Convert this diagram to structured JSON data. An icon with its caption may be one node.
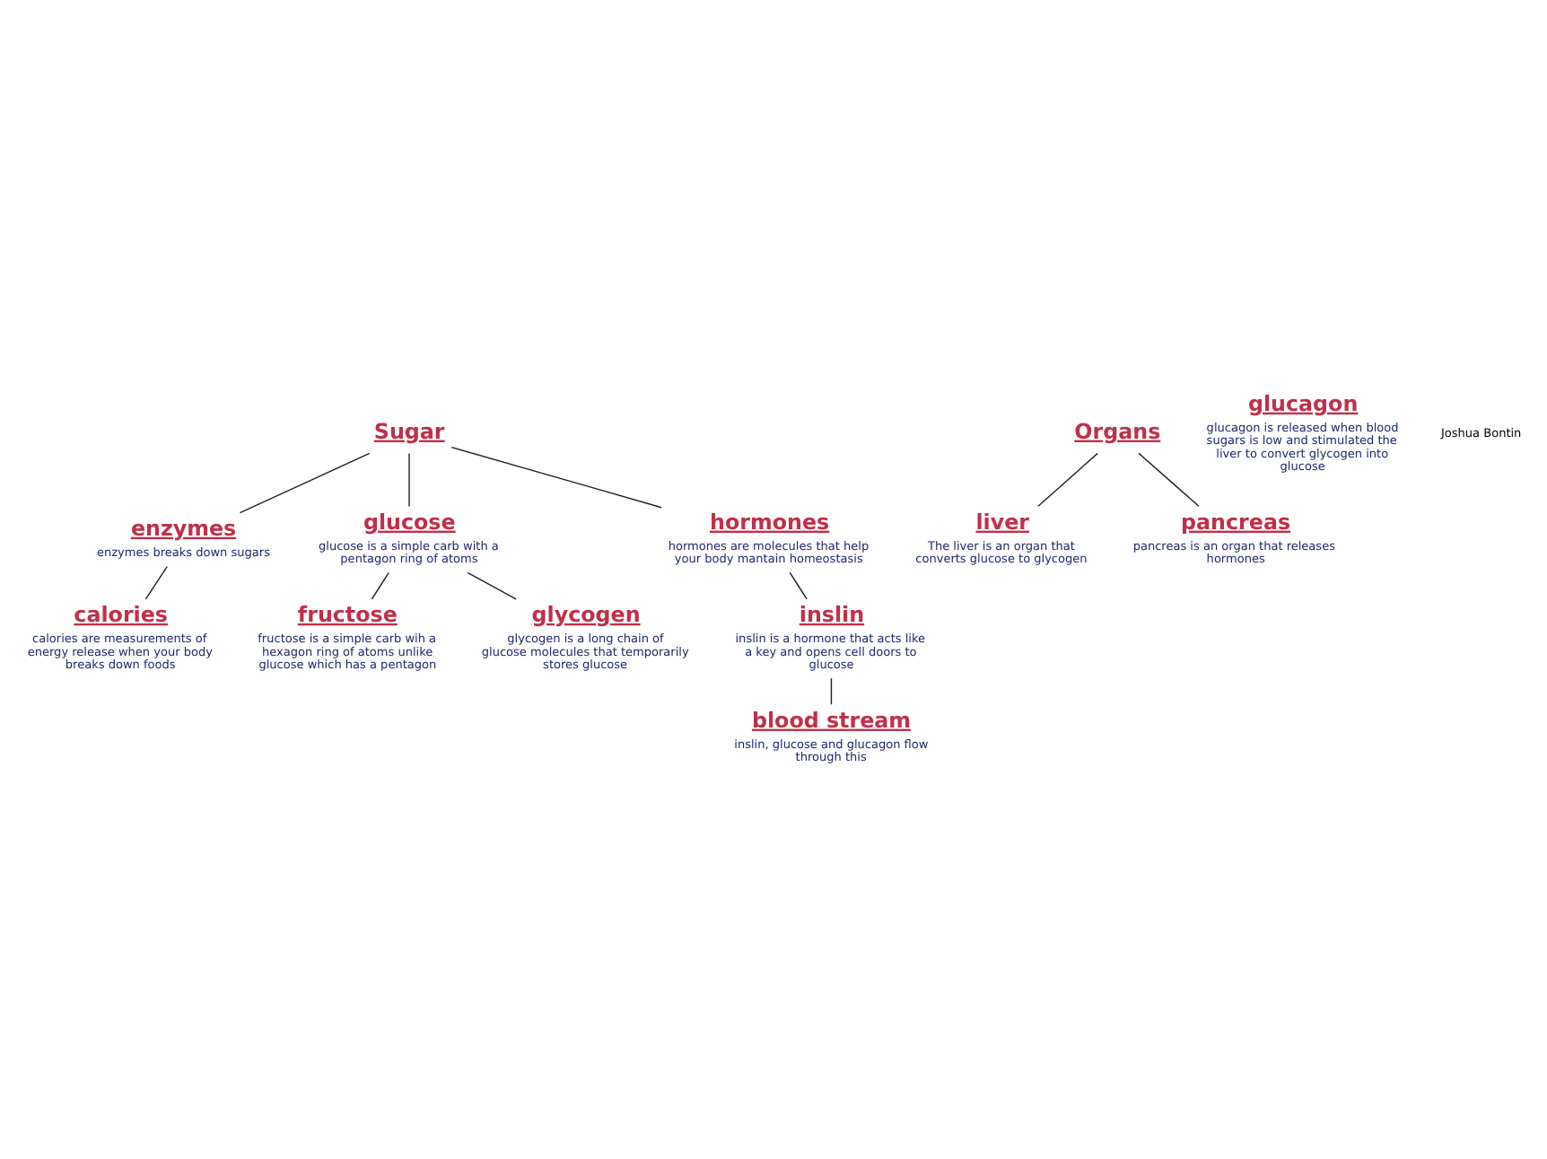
{
  "diagram": {
    "nodes": [
      {
        "text": [
          "calories",
          "calories are measurements of energy release when your body breaks down foods"
        ]
      },
      {
        "text": [
          "enzymes",
          "enzymes breaks down sugars"
        ]
      },
      {
        "text": [
          "liver",
          "The liver is an organ that converts glucose to glycogen"
        ]
      },
      {
        "text": [
          "Organs"
        ]
      },
      {
        "text": [
          "Sugar"
        ]
      },
      {
        "text": [
          "fructose",
          "fructose is a simple carb wih a hexagon ring of atoms unlike glucose which has a pentagon"
        ]
      },
      {
        "text": [
          "pancreas",
          "pancreas is an organ that releases hormones"
        ]
      },
      {
        "text": [
          "glucose",
          "glucose is a simple carb with a pentagon ring of atoms"
        ]
      },
      {
        "text": [
          "hormones",
          "hormones are molecules that help your body mantain homeostasis"
        ]
      },
      {
        "text": [
          "glucagon",
          "glucagon is released when blood sugars is low and stimulated the liver to convert glycogen into glucose"
        ]
      },
      {
        "text": [
          "inslin",
          "inslin is a hormone that acts like a key and opens cell doors to glucose"
        ]
      },
      {
        "text": [
          "glycogen",
          "glycogen is a long chain of glucose molecules that temporarily stores glucose"
        ]
      },
      {
        "text": [
          "blood stream",
          "inslin, glucose and glucagon flow through this"
        ]
      }
    ],
    "edges": [
      {
        "from": 1,
        "to": 0,
        "arrow": "none"
      },
      {
        "from": 4,
        "to": 1,
        "arrow": "none"
      },
      {
        "from": 4,
        "to": 7,
        "arrow": "none"
      },
      {
        "from": 4,
        "to": 8,
        "arrow": "none"
      },
      {
        "from": 7,
        "to": 5,
        "arrow": "none"
      },
      {
        "from": 7,
        "to": 11,
        "arrow": "none"
      },
      {
        "from": 3,
        "to": 2,
        "arrow": "none"
      },
      {
        "from": 3,
        "to": 6,
        "arrow": "none"
      },
      {
        "from": 8,
        "to": 10,
        "arrow": "none"
      },
      {
        "from": 10,
        "to": 12,
        "arrow": "none"
      }
    ],
    "labels": [
      "Joshua Bontin"
    ]
  }
}
